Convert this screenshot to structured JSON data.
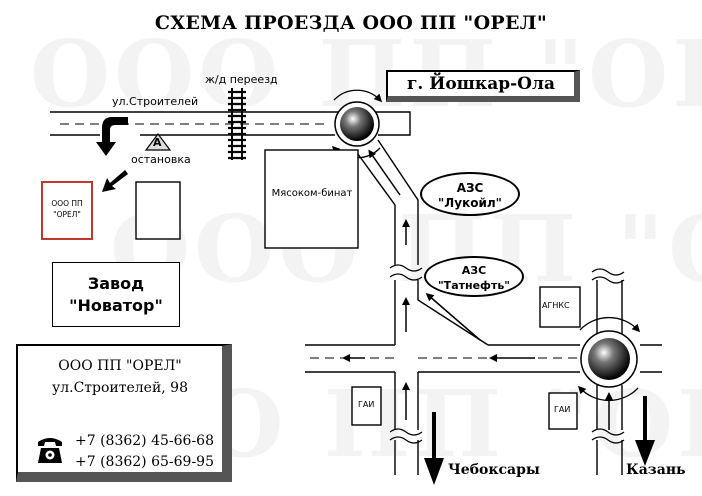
{
  "title": "СХЕМА ПРОЕЗДА ООО ПП \"ОРЕЛ\"",
  "watermark": "ООО ПП \"ОРЕЛ\"",
  "labels": {
    "street": "ул.Строителей",
    "rail_crossing": "ж/д переезд",
    "bus_stop": "остановка",
    "bus_stop_sign": "А",
    "city": "г. Йошкар-Ола",
    "company_short": "ООО ПП \"ОРЕЛ\"",
    "meat_plant": "Мясоком-бинат",
    "factory": "Завод \"Новатор\"",
    "azs_lukoil": "АЗС \"Лукойл\"",
    "azs_tatneft": "АЗС \"Татнефть\"",
    "agnks": "АГНКС",
    "gai_left": "ГАИ",
    "gai_right": "ГАИ",
    "cheboksary": "Чебоксары",
    "kazan": "Казань"
  },
  "contact": {
    "name": "ООО ПП \"ОРЕЛ\"",
    "address": "ул.Строителей, 98",
    "phone1": "+7 (8362) 45-66-68",
    "phone2": "+7 (8362) 65-69-95",
    "icon": "telephone-icon"
  },
  "colors": {
    "company_border": "#c0392b",
    "ink": "#000000"
  }
}
